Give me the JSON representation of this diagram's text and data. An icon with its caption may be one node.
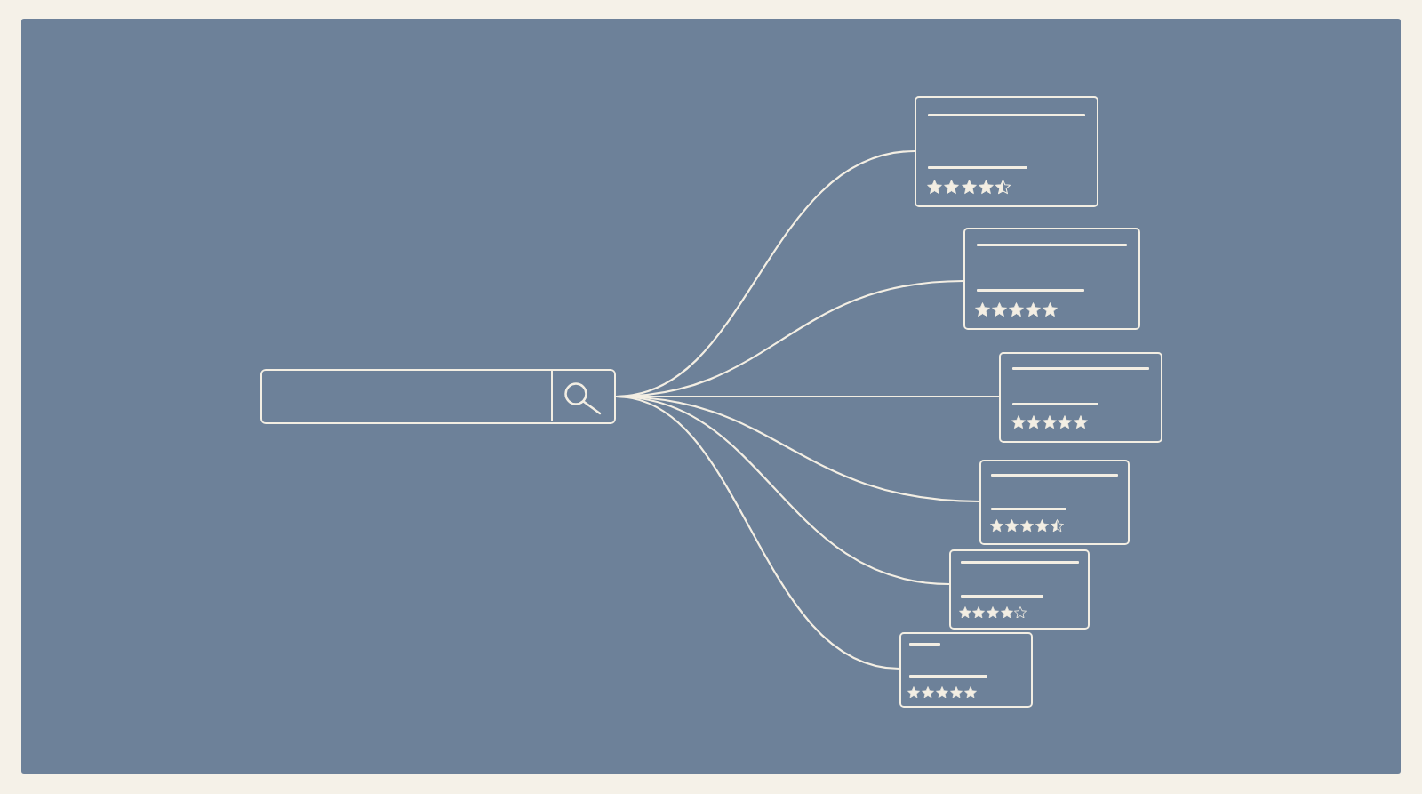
{
  "diagram": {
    "nodes": [
      {
        "text": [],
        "shape": "box"
      },
      {
        "text": [],
        "shape": "box"
      },
      {
        "text": [],
        "shape": "box"
      },
      {
        "text": [],
        "shape": "box"
      },
      {
        "text": [],
        "shape": "box"
      },
      {
        "text": [],
        "shape": "box"
      },
      {
        "text": [],
        "shape": "box"
      }
    ],
    "edges": [
      {
        "from": 0,
        "to": 1,
        "arrow": "none"
      },
      {
        "from": 0,
        "to": 2,
        "arrow": "none"
      },
      {
        "from": 0,
        "to": 3,
        "arrow": "none"
      },
      {
        "from": 0,
        "to": 4,
        "arrow": "none"
      },
      {
        "from": 0,
        "to": 5,
        "arrow": "none"
      },
      {
        "from": 0,
        "to": 6,
        "arrow": "none"
      }
    ]
  }
}
